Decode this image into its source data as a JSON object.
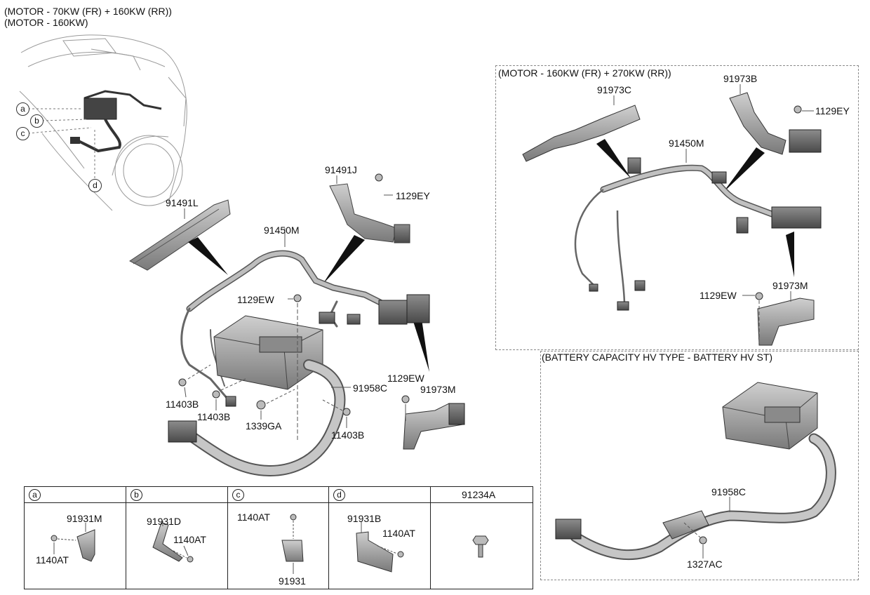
{
  "headers": {
    "line1": "(MOTOR - 70KW (FR) + 160KW (RR))",
    "line2": "(MOTOR - 160KW)",
    "box_upper": "(MOTOR - 160KW (FR) + 270KW (RR))",
    "box_lower": "(BATTERY CAPACITY HV TYPE - BATTERY HV ST)"
  },
  "callouts": {
    "a": "a",
    "b": "b",
    "c": "c",
    "d": "d"
  },
  "main_labels": {
    "p91491L": "91491L",
    "p91491J": "91491J",
    "p1129EY": "1129EY",
    "p91450M": "91450M",
    "p1129EW_top": "1129EW",
    "p91958C": "91958C",
    "p1129EW_bottom": "1129EW",
    "p91973M": "91973M",
    "p11403B_left": "11403B",
    "p11403B_mid": "11403B",
    "p1339GA": "1339GA",
    "p11403B_right": "11403B"
  },
  "upper_box_labels": {
    "p91973C": "91973C",
    "p91973B": "91973B",
    "p1129EY": "1129EY",
    "p91450M": "91450M",
    "p1129EW": "1129EW",
    "p91973M": "91973M"
  },
  "lower_box_labels": {
    "p91958C": "91958C",
    "p1327AC": "1327AC"
  },
  "table": {
    "columns": [
      {
        "key": "a",
        "head": "a",
        "parts": [
          "91931M",
          "1140AT"
        ]
      },
      {
        "key": "b",
        "head": "b",
        "parts": [
          "91931D",
          "1140AT"
        ]
      },
      {
        "key": "c",
        "head": "c",
        "parts": [
          "1140AT",
          "91931"
        ]
      },
      {
        "key": "d",
        "head": "d",
        "parts": [
          "91931B",
          "1140AT"
        ]
      },
      {
        "key": "e",
        "head": "91234A",
        "parts": []
      }
    ]
  }
}
